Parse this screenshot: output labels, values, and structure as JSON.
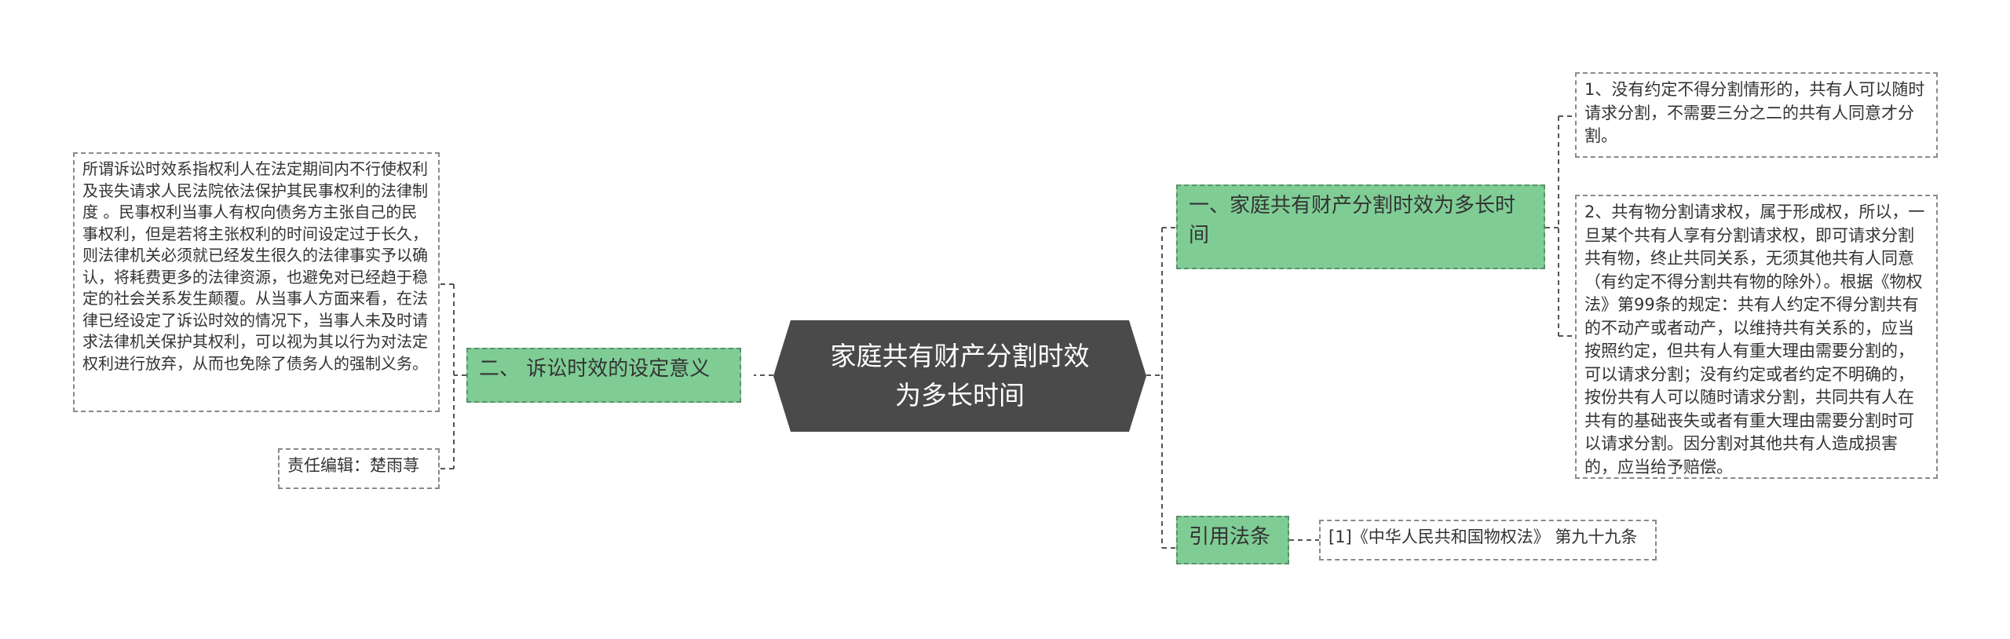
{
  "root": {
    "title": "家庭共有财产分割时效为多长时间"
  },
  "branches": {
    "b1": {
      "label": "一、家庭共有财产分割时效为多长时间"
    },
    "b2": {
      "label": "引用法条"
    },
    "b3": {
      "label": "二、 诉讼时效的设定意义"
    }
  },
  "leaves": {
    "l1": {
      "text": "1、没有约定不得分割情形的，共有人可以随时请求分割，不需要三分之二的共有人同意才分割。"
    },
    "l2": {
      "text": "2、共有物分割请求权，属于形成权，所以，一旦某个共有人享有分割请求权，即可请求分割共有物，终止共同关系，无须其他共有人同意（有约定不得分割共有物的除外）。根据《物权法》第99条的规定：共有人约定不得分割共有的不动产或者动产，以维持共有关系的，应当按照约定，但共有人有重大理由需要分割的，可以请求分割；没有约定或者约定不明确的，按份共有人可以随时请求分割，共同共有人在共有的基础丧失或者有重大理由需要分割时可以请求分割。因分割对其他共有人造成损害的，应当给予赔偿。"
    },
    "l3": {
      "text": "[1]《中华人民共和国物权法》 第九十九条"
    },
    "l4": {
      "text": "所谓诉讼时效系指权利人在法定期间内不行使权利及丧失请求人民法院依法保护其民事权利的法律制度 。民事权利当事人有权向债务方主张自己的民事权利，但是若将主张权利的时间设定过于长久，则法律机关必须就已经发生很久的法律事实予以确认，将耗费更多的法律资源，也避免对已经趋于稳定的社会关系发生颠覆。从当事人方面来看，在法律已经设定了诉讼时效的情况下，当事人未及时请求法律机关保护其权利，可以视为其以行为对法定权利进行放弃，从而也免除了债务人的强制义务。"
    },
    "l5": {
      "text": "责任编辑：楚雨荨"
    }
  },
  "colors": {
    "root_fill": "#4a4a4a",
    "branch_fill": "#7fcd95",
    "leaf_border": "#8a8a8a",
    "line": "#555555"
  }
}
